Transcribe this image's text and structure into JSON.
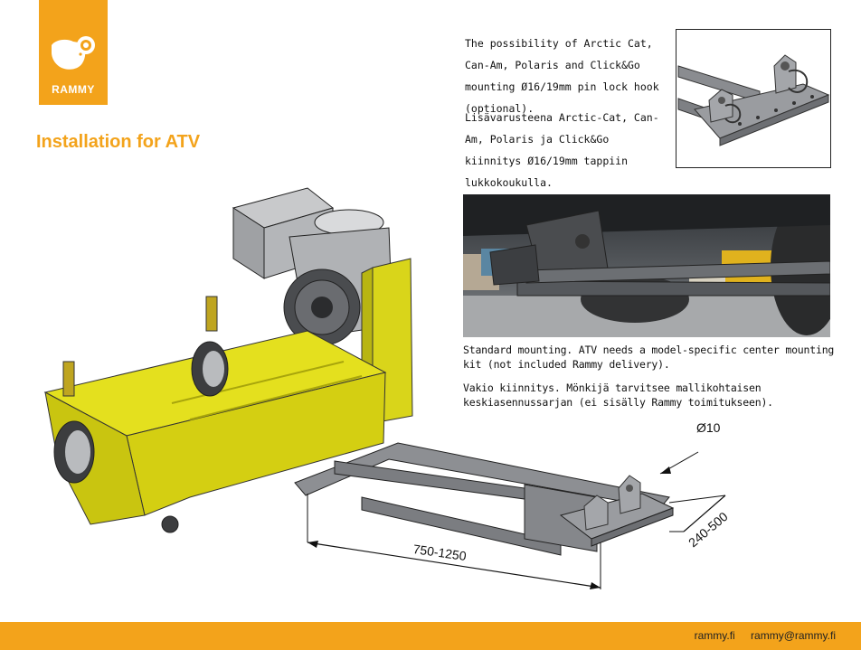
{
  "brand": {
    "name": "RAMMY",
    "color": "#f3a31b"
  },
  "title": "Installation for ATV",
  "text": {
    "hook_en": "The possibility of Arctic Cat, Can-Am, Polaris and Click&Go mounting Ø16/19mm pin lock hook (optional).",
    "hook_fi": "Lisävarusteena Arctic-Cat, Can-Am, Polaris ja Click&Go kiinnitys Ø16/19mm tappiin lukkokoukulla.",
    "standard_en": "Standard mounting. ATV needs a model-specific center mounting kit (not included  Rammy delivery).",
    "standard_fi": "Vakio kiinnitys. Mönkijä tarvitsee mallikohtaisen keskiasennussarjan (ei sisälly Rammy toimitukseen)."
  },
  "dimensions": {
    "length": "750-1250",
    "width": "240-500",
    "diameter": "Ø10"
  },
  "footer": {
    "website": "rammy.fi",
    "email": "rammy@rammy.fi"
  },
  "icons": [
    "ram-logo-icon",
    "pin-lock-hook-illustration",
    "atv-mounting-photo",
    "flail-mower-illustration"
  ]
}
